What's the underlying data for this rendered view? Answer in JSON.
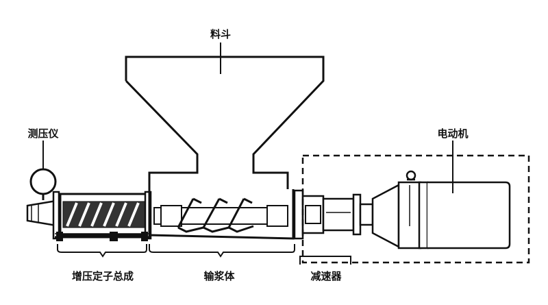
{
  "labels": {
    "hopper": "料斗",
    "pressure_gauge": "测压仪",
    "motor": "电动机",
    "booster_stator": "增压定子总成",
    "conveyor_body": "输浆体",
    "reducer": "减速器"
  },
  "colors": {
    "ink": "#111111",
    "background": "#ffffff"
  }
}
